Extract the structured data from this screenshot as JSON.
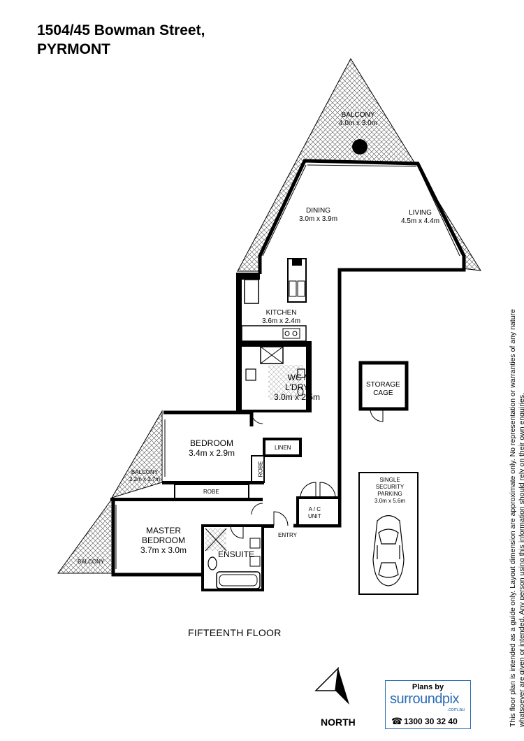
{
  "title": {
    "line1": "1504/45 Bowman Street,",
    "line2": "PYRMONT"
  },
  "rooms": {
    "balcony_top": {
      "name": "BALCONY",
      "size": "4.0m x 3.0m"
    },
    "dining": {
      "name": "DINING",
      "size": "3.0m x 3.9m"
    },
    "living": {
      "name": "LIVING",
      "size": "4.5m x 4.4m"
    },
    "kitchen": {
      "name": "KITCHEN",
      "size": "3.6m x 2.4m"
    },
    "wc_ldry": {
      "name1": "WC /",
      "name2": "L'DRY",
      "size": "3.0m x 2.5m"
    },
    "storage": {
      "name1": "STORAGE",
      "name2": "CAGE"
    },
    "bedroom": {
      "name": "BEDROOM",
      "size": "3.4m x 2.9m"
    },
    "linen": {
      "name": "LINEN"
    },
    "robe_small": {
      "name": "ROBE"
    },
    "balcony_left": {
      "name": "BALCONY",
      "size": "2.2m x 3.7m"
    },
    "robe_long": {
      "name": "ROBE"
    },
    "ac_unit": {
      "name1": "A / C",
      "name2": "UNIT"
    },
    "entry": {
      "name": "ENTRY"
    },
    "master": {
      "name1": "MASTER",
      "name2": "BEDROOM",
      "size": "3.7m x 3.0m"
    },
    "ensuite": {
      "name": "ENSUITE"
    },
    "balcony_bottom": {
      "name": "BALCONY"
    },
    "parking": {
      "name1": "SINGLE",
      "name2": "SECURITY",
      "name3": "PARKING",
      "size": "3.0m x 5.6m"
    }
  },
  "floor_label": "FIFTEENTH FLOOR",
  "north_label": "NORTH",
  "disclaimer": {
    "line1": "This floor plan is intended as a guide only. Layout dimension are approximate only. No representation or warranties of any nature",
    "line2": "whatsoever are given or intended. Any person using this information should rely on their own enquiries."
  },
  "logo": {
    "plans_by": "Plans by",
    "brand": "surroundpix",
    "domain": ".com.au",
    "phone": "1300 30 32 40",
    "phone_icon": "phone-icon"
  },
  "colors": {
    "wall": "#000000",
    "hatch": "#555555",
    "logo_blue": "#2a6db5"
  }
}
